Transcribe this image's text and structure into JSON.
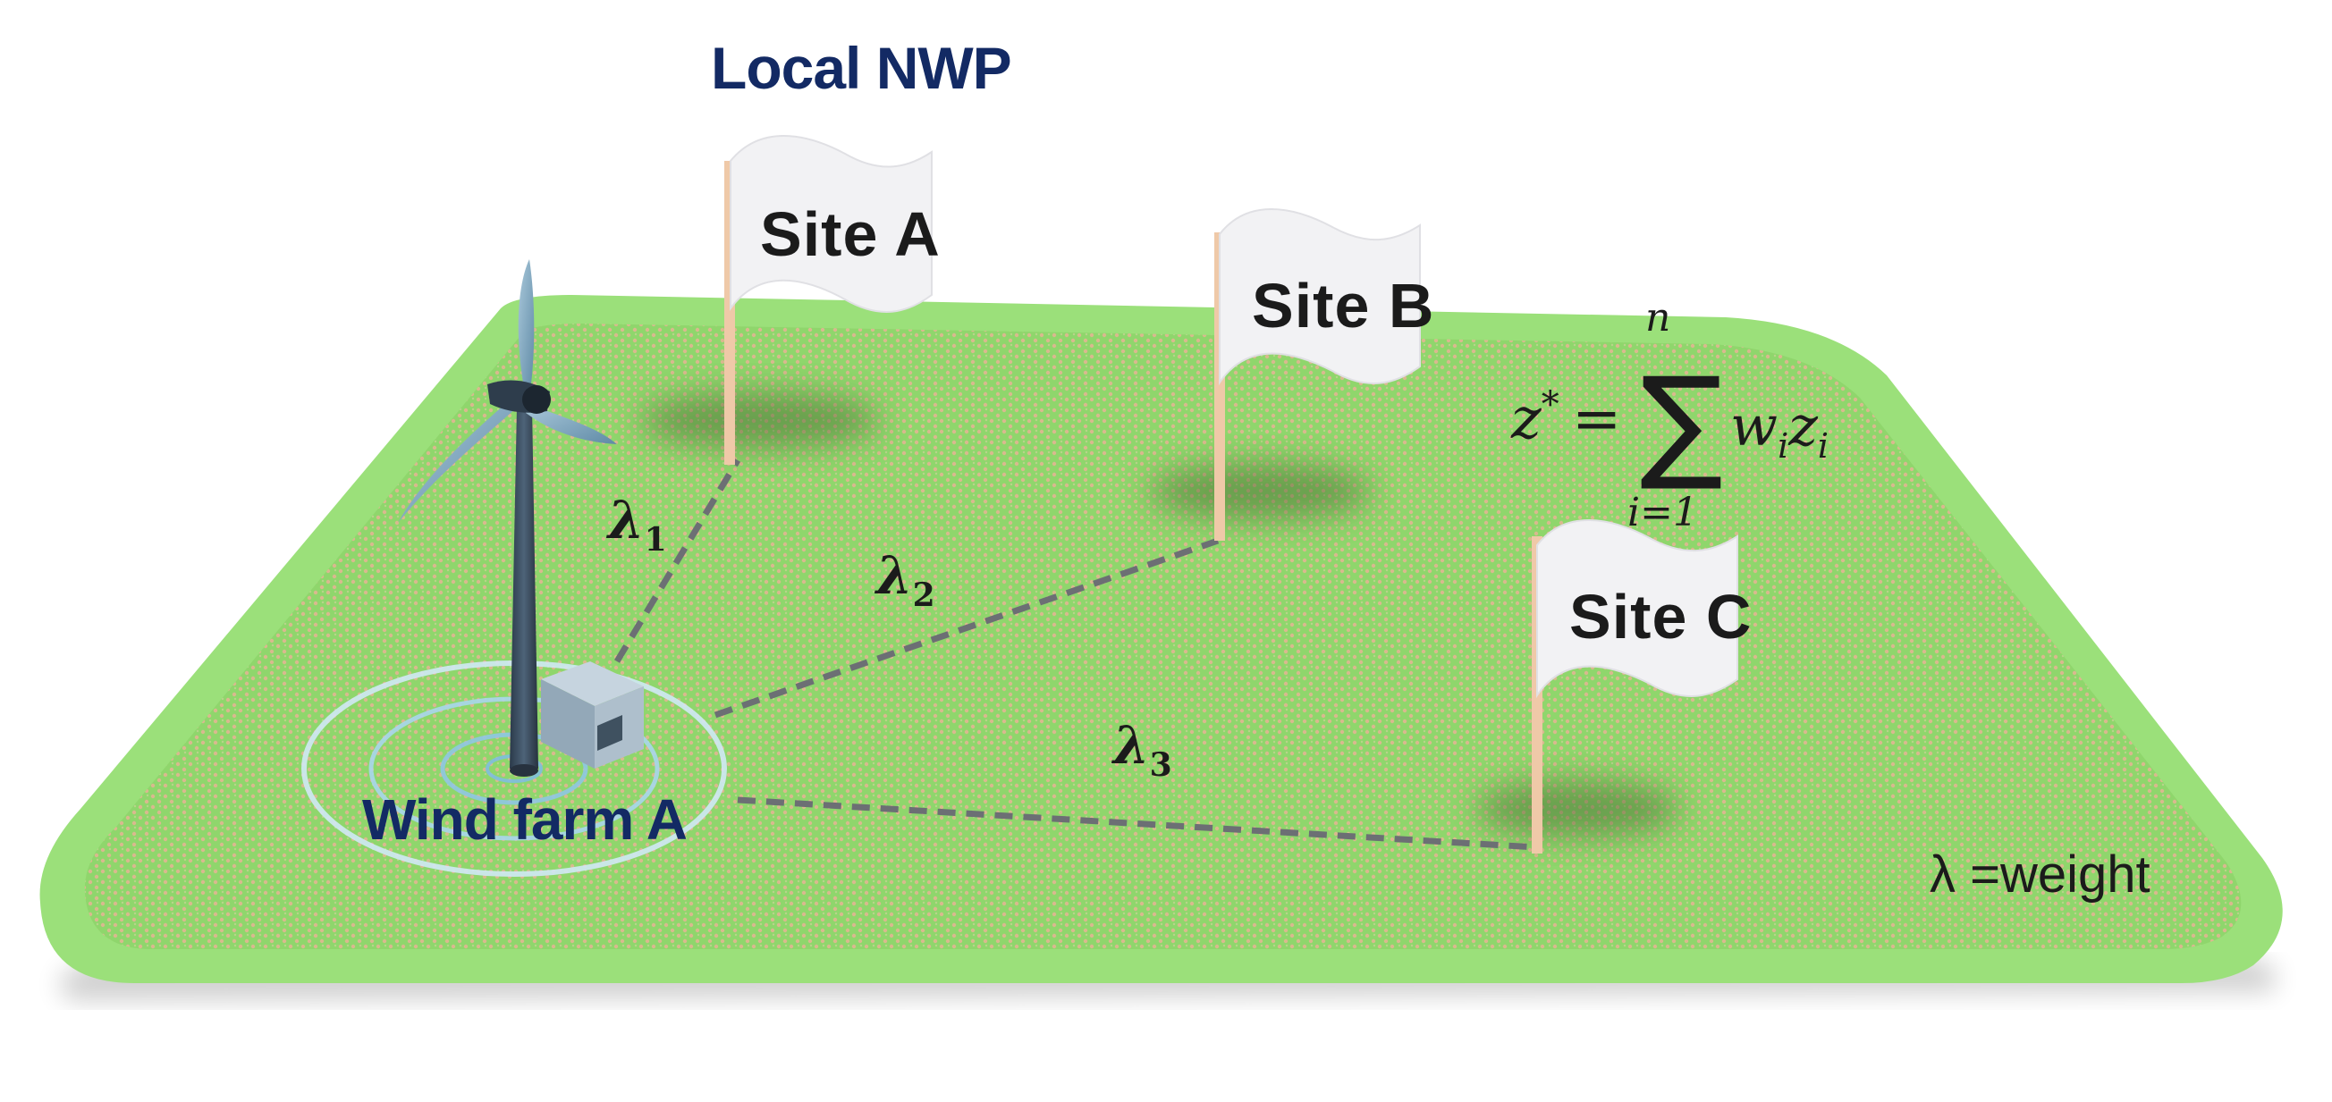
{
  "diagram": {
    "title": "Local NWP",
    "sites": [
      {
        "label": "Site A"
      },
      {
        "label": "Site B"
      },
      {
        "label": "Site C"
      }
    ],
    "links": [
      {
        "symbol": "λ",
        "index": "1"
      },
      {
        "symbol": "λ",
        "index": "2"
      },
      {
        "symbol": "λ",
        "index": "3"
      }
    ],
    "wind_farm_label": "Wind farm A",
    "legend": "λ =weight",
    "formula": {
      "lhs": "z",
      "lhs_sup": "*",
      "equals": "=",
      "sum_symbol": "∑",
      "upper": "n",
      "lower": "i=1",
      "weight": "w",
      "weight_sub": "i",
      "var": "z",
      "var_sub": "i"
    },
    "colors": {
      "ground": "#8fd66c",
      "ground_edge": "#9be07a",
      "speckle": "#d8b88c",
      "title": "#132a64",
      "tower": "#34475a",
      "blade": "#7fa8c0",
      "flag": "#f2f2f4",
      "pole": "#efc9a8",
      "dash": "#6c6f74"
    }
  }
}
